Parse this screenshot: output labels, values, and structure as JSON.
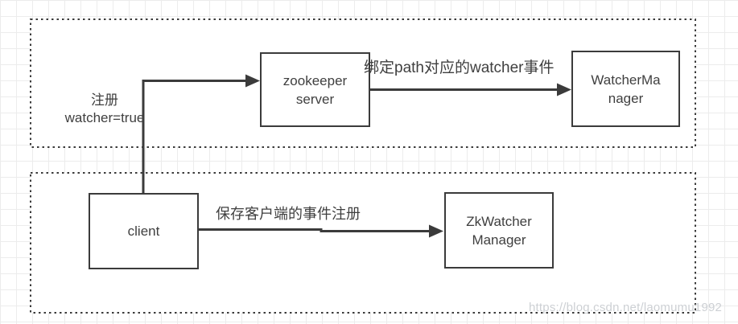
{
  "colors": {
    "background": "#ffffff",
    "grid_line": "#ececec",
    "line": "#3b3b3b",
    "text": "#3f3f3f",
    "watermark": "#cdd0d4"
  },
  "nodes": {
    "zookeeper_server": {
      "label": "zookeeper\nserver"
    },
    "watcher_manager": {
      "label": "WatcherMa\nnager"
    },
    "client": {
      "label": "client"
    },
    "zk_watcher_manager": {
      "label": "ZkWatcher\nManager"
    }
  },
  "edges": {
    "register": {
      "label": "注册\nwatcher=true"
    },
    "bind": {
      "label": "绑定path对应的watcher事件"
    },
    "save": {
      "label": "保存客户端的事件注册"
    }
  },
  "watermark": "https://blog.csdn.net/laomumu1992"
}
